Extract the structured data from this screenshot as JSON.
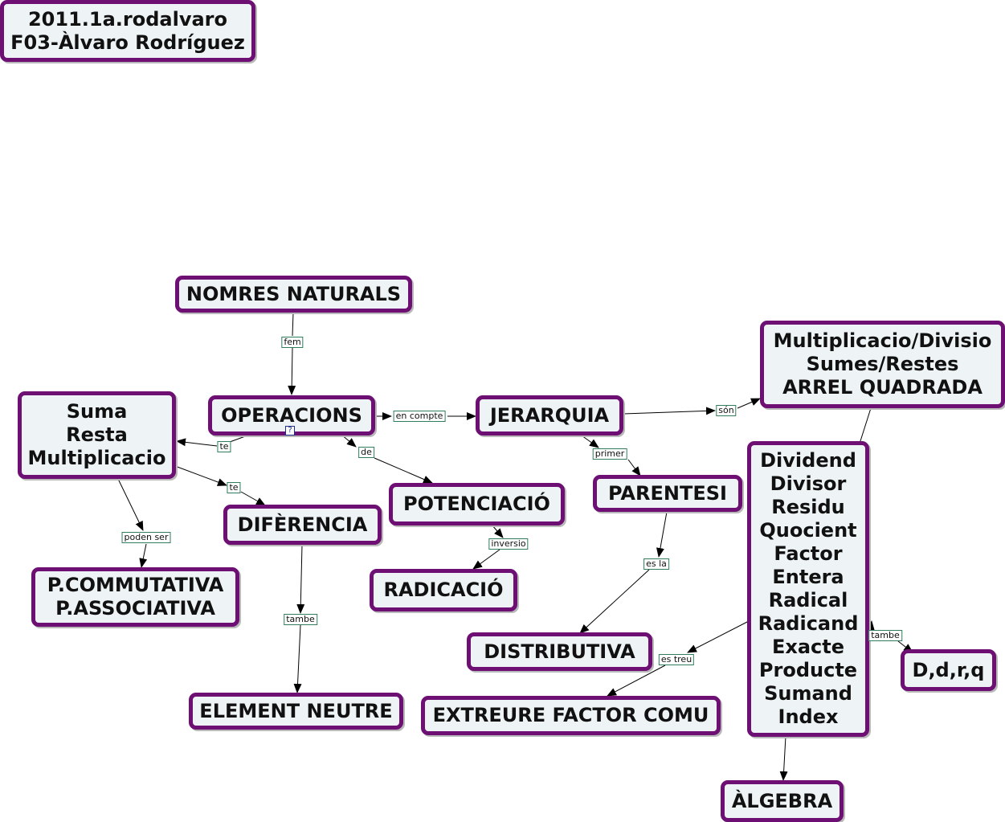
{
  "title": {
    "lines": [
      "2011.1a.rodalvaro",
      "F03-Àlvaro Rodríguez"
    ]
  },
  "concepts": {
    "nombres_naturals": [
      "NOMRES NATURALS"
    ],
    "operacions": [
      "OPERACIONS"
    ],
    "suma_resta": [
      "Suma",
      "Resta",
      "Multiplicacio"
    ],
    "jerarquia": [
      "JERARQUIA"
    ],
    "mult_div": [
      "Multiplicacio/Divisio",
      "Sumes/Restes",
      "ARREL QUADRADA"
    ],
    "potenciacio": [
      "POTENCIACIÓ"
    ],
    "diferencia": [
      "DIFÈRENCIA"
    ],
    "propietats": [
      "P.COMMUTATIVA",
      "P.ASSOCIATIVA"
    ],
    "radicacio": [
      "RADICACIÓ"
    ],
    "parentesi": [
      "PARENTESI"
    ],
    "distributiva": [
      "DISTRIBUTIVA"
    ],
    "element_neutre": [
      "ELEMENT NEUTRE"
    ],
    "extreure": [
      "EXTREURE FACTOR COMU"
    ],
    "termes": [
      "Dividend",
      "Divisor",
      "Residu",
      "Quocient",
      "Factor",
      "Entera",
      "Radical",
      "Radicand",
      "Exacte",
      "Producte",
      "Sumand",
      "Index"
    ],
    "ddrq": [
      "D,d,r,q"
    ],
    "algebra": [
      "ÀLGEBRA"
    ]
  },
  "links": {
    "fem": "fem",
    "en_compte": "en compte",
    "son": "són",
    "te_1": "te",
    "de": "de",
    "primer": "primer",
    "te_2": "te",
    "poden_ser": "poden ser",
    "inversio": "inversio",
    "es_la": "es la",
    "tambe_1": "tambe",
    "tambe_2": "tambe",
    "es_treu": "es treu"
  },
  "icons": {
    "resource_icon": "question-doc-icon"
  },
  "colors": {
    "node_border": "#6d0f73",
    "node_fill": "#eef3f5",
    "label_border": "#2f7d5b"
  }
}
